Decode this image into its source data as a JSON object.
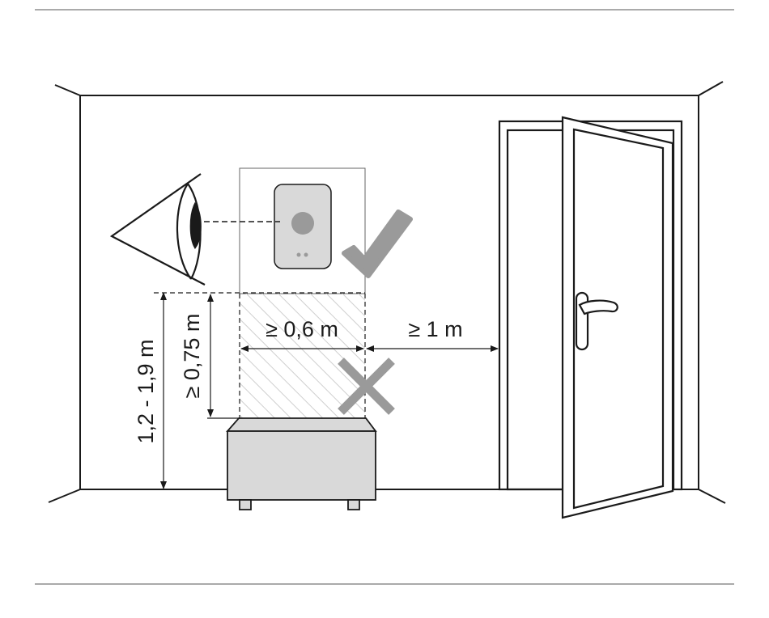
{
  "labels": {
    "height_range": "1,2 - 1,9 m",
    "min_height": "≥ 0,75 m",
    "min_width": "≥ 0,6 m",
    "door_distance": "≥ 1 m"
  },
  "icons": {
    "ok_mark": "checkmark-icon",
    "forbidden_mark": "cross-icon",
    "viewer": "eye-icon",
    "device": "thermostat-device",
    "radiator": "radiator-unit",
    "door": "open-door"
  },
  "colors": {
    "line": "#1a1a1a",
    "device_fill": "#d9d9d9",
    "mark_fill": "#9a9a9a",
    "hatch": "#cfcfcf"
  }
}
